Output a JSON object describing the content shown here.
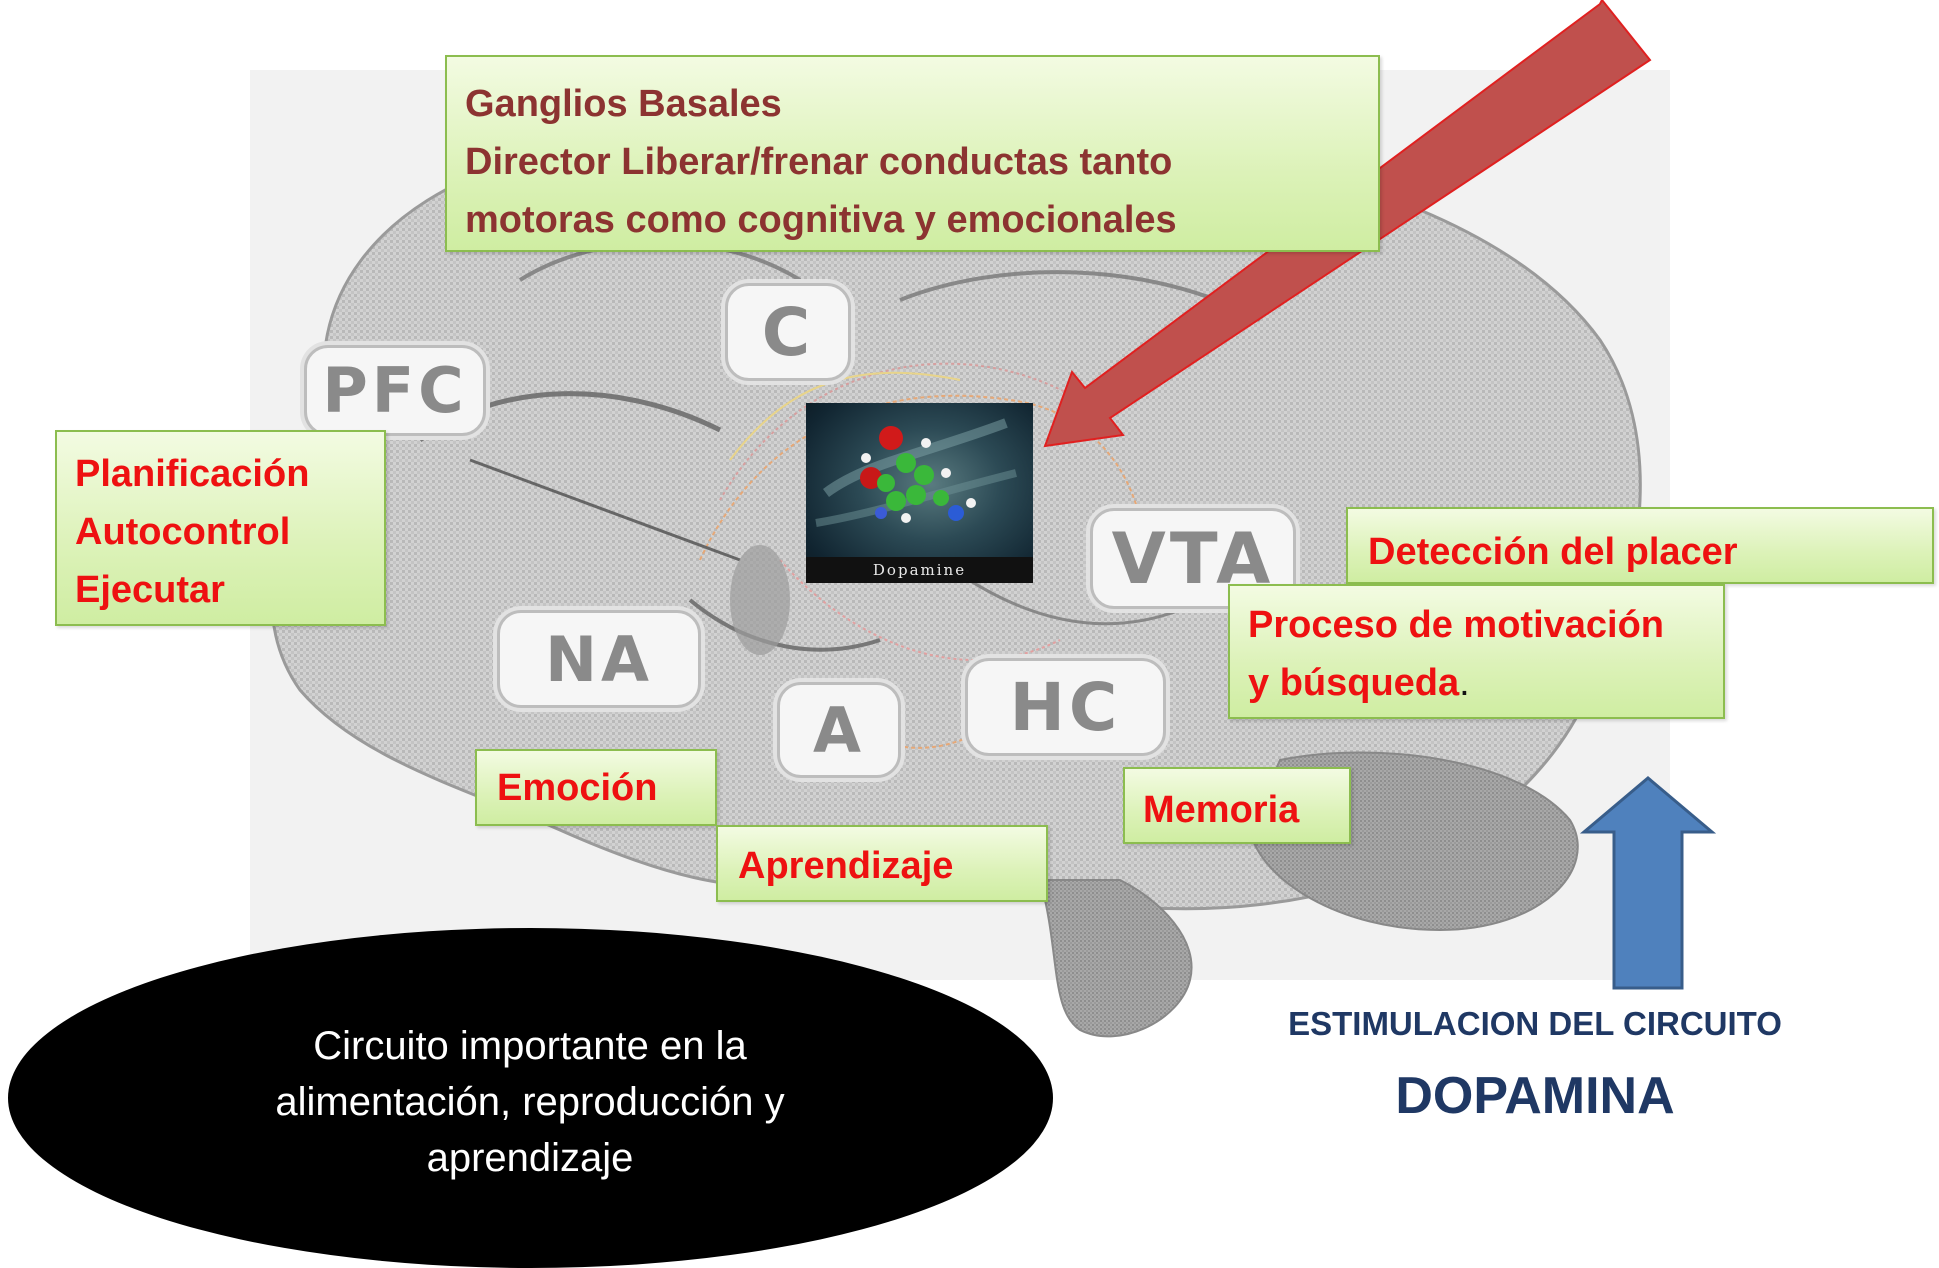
{
  "regions": {
    "pfc": "PFC",
    "c": "C",
    "vta": "VTA",
    "na": "NA",
    "a": "A",
    "hc": "HC"
  },
  "callouts": {
    "ganglios": {
      "line1": "Ganglios Basales",
      "line2": "Director  Liberar/frenar  conductas tanto",
      "line3": "motoras como cognitiva y emocionales"
    },
    "planificacion": {
      "line1": "Planificación",
      "line2": "Autocontrol",
      "line3": "Ejecutar"
    },
    "placer": "Detección del placer",
    "motivacion": {
      "line1": "Proceso de motivación",
      "line2": "y búsqueda",
      "period": "."
    },
    "emocion": "Emoción",
    "memoria": "Memoria",
    "aprendizaje": "Aprendizaje"
  },
  "image_caption": "Dopamine",
  "ellipse_text": {
    "line1": "Circuito importante en la",
    "line2": "alimentación, reproducción y",
    "line3": "aprendizaje"
  },
  "estimulacion": "ESTIMULACION DEL CIRCUITO",
  "dopamina": "DOPAMINA",
  "colors": {
    "callout_red": "#ee1111",
    "callout_brown": "#8c3331",
    "arrow_red": "#c0504d",
    "arrow_blue": "#4f81bd",
    "navy_text": "#1f3864"
  }
}
